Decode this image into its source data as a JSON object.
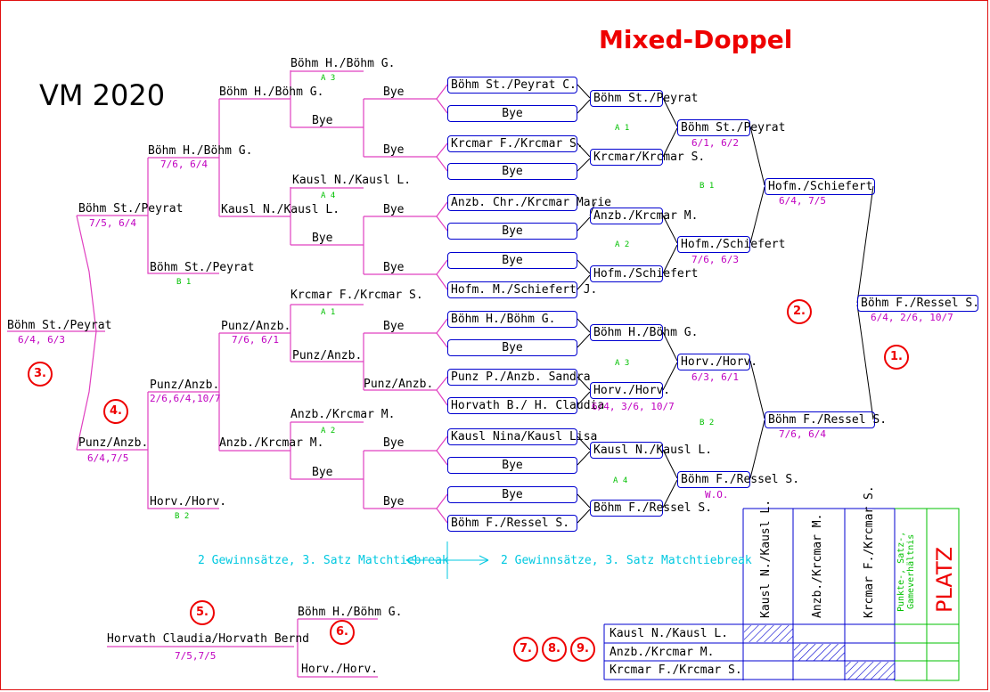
{
  "title": "Mixed-Doppel",
  "event": "VM 2020",
  "colors": {
    "pink": "#e040c0",
    "blue": "#0000d0",
    "green": "#00c000",
    "red": "#e00000",
    "cyan": "#00c8e0"
  },
  "rule_left": "2 Gewinnsätze, 3. Satz Matchtiebreak",
  "rule_right": "2 Gewinnsätze, 3. Satz Matchtiebreak",
  "round1": {
    "boxes": [
      "Böhm St./Peyrat C.",
      "Bye",
      "Krcmar F./Krcmar S.",
      "Bye",
      "Anzb. Chr./Krcmar Marie",
      "Bye",
      "Bye",
      "Hofm. M./Schiefert J.",
      "Böhm H./Böhm G.",
      "Bye",
      "Punz P./Anzb. Sandra",
      "Horvath B./ H. Claudia",
      "Kausl Nina/Kausl Lisa",
      "Bye",
      "Bye",
      "Böhm F./Ressel S."
    ]
  },
  "round2": {
    "boxes": [
      "Böhm St./Peyrat",
      "Krcmar/Krcmar S.",
      "Anzb./Krcmar M.",
      "Hofm./Schiefert",
      "Böhm H./Böhm G.",
      "Horv./Horv.",
      "Kausl N./Kausl L.",
      "Böhm F./Ressel S."
    ],
    "scores": [
      "6/4, 3/6, 10/7"
    ],
    "codes": [
      "A 1",
      "A 2",
      "A 3",
      "A 4"
    ]
  },
  "round3": {
    "boxes": [
      "Böhm St./Peyrat",
      "Hofm./Schiefert",
      "Horv./Horv.",
      "Böhm F./Ressel S."
    ],
    "scores": [
      "6/1, 6/2",
      "7/6, 6/3",
      "6/3, 6/1",
      "W.O."
    ],
    "codes": [
      "B 1",
      "B 2"
    ]
  },
  "round4": {
    "boxes": [
      "Hofm./Schiefert",
      "Böhm F./Ressel S."
    ],
    "scores": [
      "6/4, 7/5",
      "7/6, 6/4"
    ]
  },
  "final": {
    "name": "Böhm F./Ressel S.",
    "score": "6/4, 2/6, 10/7"
  },
  "left": {
    "r1": [
      "Böhm H./Böhm G.",
      "Bye",
      "Bye",
      "Bye",
      "Bye",
      "Kausl N./Kausl L.",
      "Bye",
      "Bye",
      "Bye",
      "Krcmar F./Krcmar S.",
      "Bye",
      "Punz/Anzb.",
      "Punz/Anzb.",
      "Anzb./Krcmar M.",
      "Bye",
      "Bye"
    ],
    "r1_codes": [
      "A 3",
      "A 4",
      "A 1",
      "A 2"
    ],
    "r2": [
      "Böhm H./Böhm G.",
      "Kausl N./Kausl L.",
      "Punz/Anzb.",
      "Anzb./Krcmar M."
    ],
    "r2_scores": [
      "7/6, 6/1"
    ],
    "r3": [
      "Böhm H./Böhm G.",
      "Böhm St./Peyrat",
      "Punz/Anzb.",
      "Horv./Horv."
    ],
    "r3_scores": [
      "7/6, 6/4",
      "2/6,6/4,10/7"
    ],
    "r3_codes": [
      "B 1",
      "B 2"
    ],
    "r4": [
      "Böhm St./Peyrat",
      "Punz/Anzb."
    ],
    "r4_scores": [
      "7/5, 6/4",
      "6/4,7/5"
    ],
    "third": {
      "name": "Böhm St./Peyrat",
      "score": "6/4, 6/3"
    }
  },
  "placements": [
    "1.",
    "2.",
    "3.",
    "4.",
    "5.",
    "6.",
    "7.",
    "8.",
    "9."
  ],
  "match56": {
    "left": "Horvath Claudia/Horvath Bernd",
    "score": "7/5,7/5",
    "top": "Böhm H./Böhm G.",
    "bottom": "Horv./Horv."
  },
  "table": {
    "rows": [
      "Kausl N./Kausl L.",
      "Anzb./Krcmar M.",
      "Krcmar F./Krcmar S."
    ],
    "cols": [
      "Kausl N./Kausl L.",
      "Anzb./Krcmar M.",
      "Krcmar F./Krcmar S."
    ],
    "points_header": "Punkte-, Satz-, Gameverhältnis",
    "place_header": "PLATZ"
  }
}
